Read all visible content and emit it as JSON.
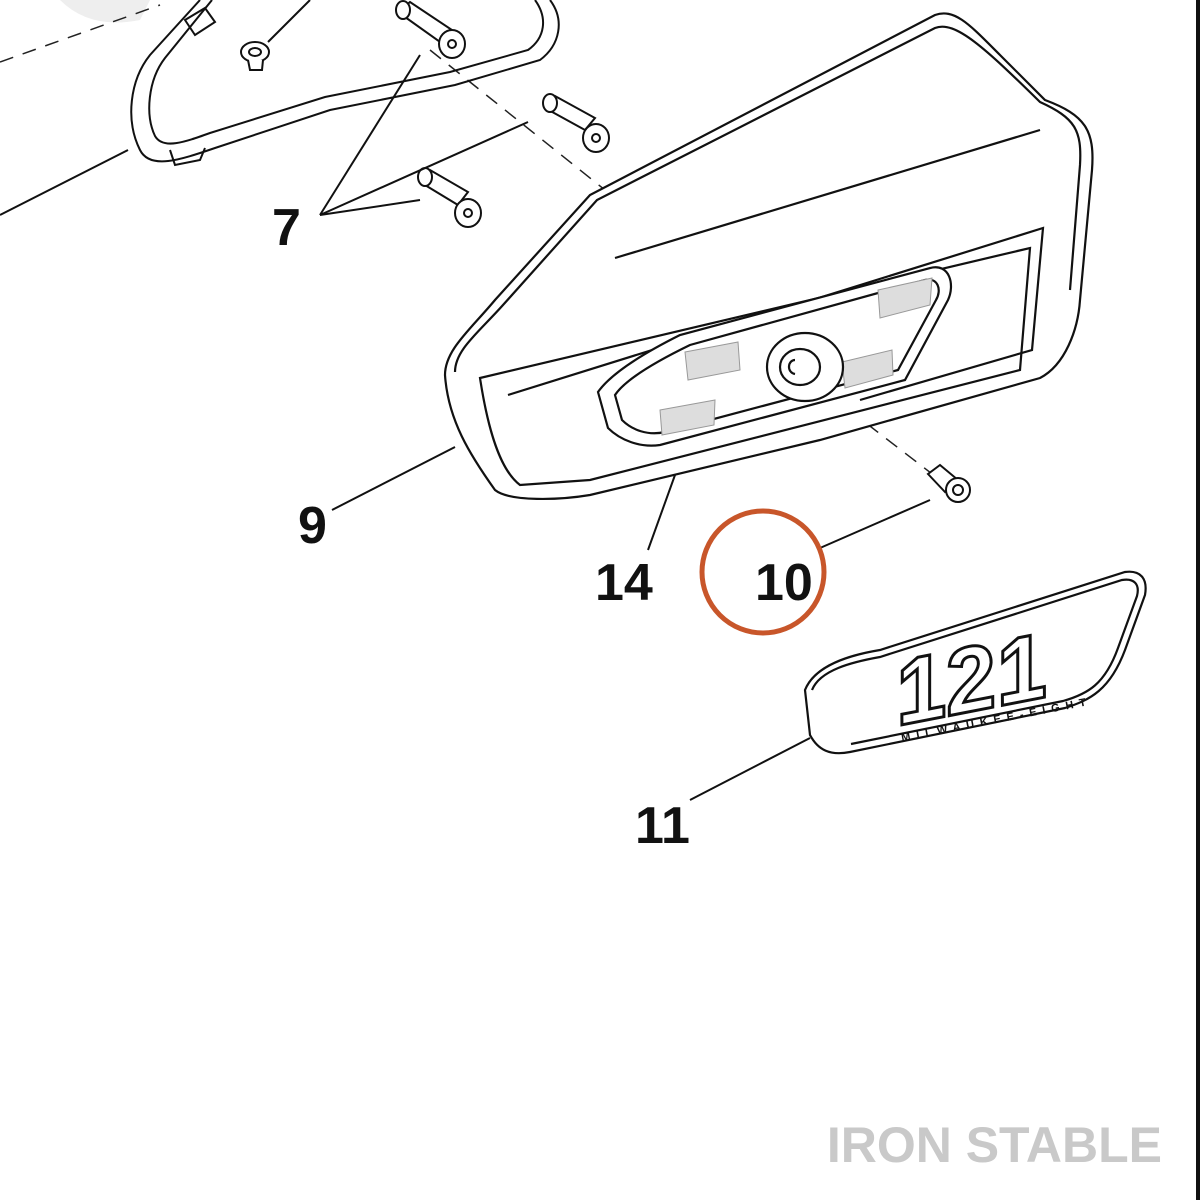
{
  "diagram": {
    "callouts": {
      "screws": "7",
      "housing": "9",
      "fastener": "10",
      "badge": "11",
      "pads": "14"
    },
    "badge_emblem": {
      "number": "121",
      "subtitle": "MILWAUKEE-EIGHT"
    },
    "highlight_color": "#c8562a"
  },
  "brand": {
    "wordmark": "IRON STABLE"
  }
}
